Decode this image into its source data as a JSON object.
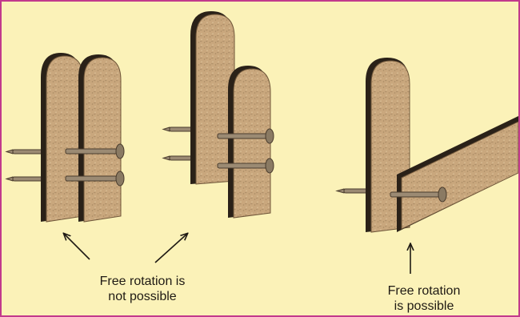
{
  "captions": {
    "not_possible": {
      "line1": "Free rotation is",
      "line2": "not possible"
    },
    "possible": {
      "line1": "Free rotation",
      "line2": "is possible"
    }
  },
  "colors": {
    "background": "#fbf2b8",
    "border": "#c23a8c",
    "board_face": "#c9a77d",
    "board_edge": "#2a2118",
    "nail": "#9b8a73",
    "arrow": "#1f1a14"
  }
}
